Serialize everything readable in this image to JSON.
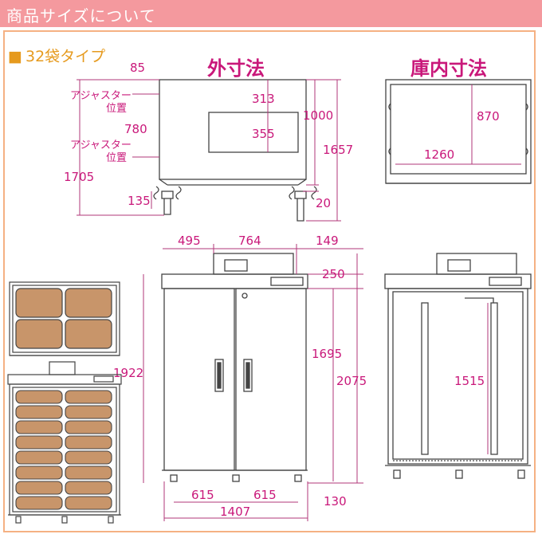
{
  "header": {
    "title": "商品サイズについて"
  },
  "colors": {
    "header_bg": "#f4999e",
    "frame": "#f5b183",
    "accent": "#c9187a",
    "dim": "#b2377a",
    "line": "#444444",
    "bag": "#c8956a"
  },
  "variant": {
    "marker": "■",
    "label": "32袋タイプ"
  },
  "titles": {
    "outer": "外寸法",
    "inner": "庫内寸法"
  },
  "labels": {
    "adjuster_line1": "アジャスター",
    "adjuster_line2": "位置"
  },
  "dims": {
    "d85": "85",
    "d313": "313",
    "d1000": "1000",
    "d355": "355",
    "d780": "780",
    "d1657": "1657",
    "d1705": "1705",
    "d135": "135",
    "d20": "20",
    "d870": "870",
    "d1260": "1260",
    "d495": "495",
    "d764": "764",
    "d149": "149",
    "d250": "250",
    "d1922": "1922",
    "d1695": "1695",
    "d2075": "2075",
    "d615a": "615",
    "d615b": "615",
    "d130": "130",
    "d1407": "1407",
    "d1515": "1515"
  }
}
